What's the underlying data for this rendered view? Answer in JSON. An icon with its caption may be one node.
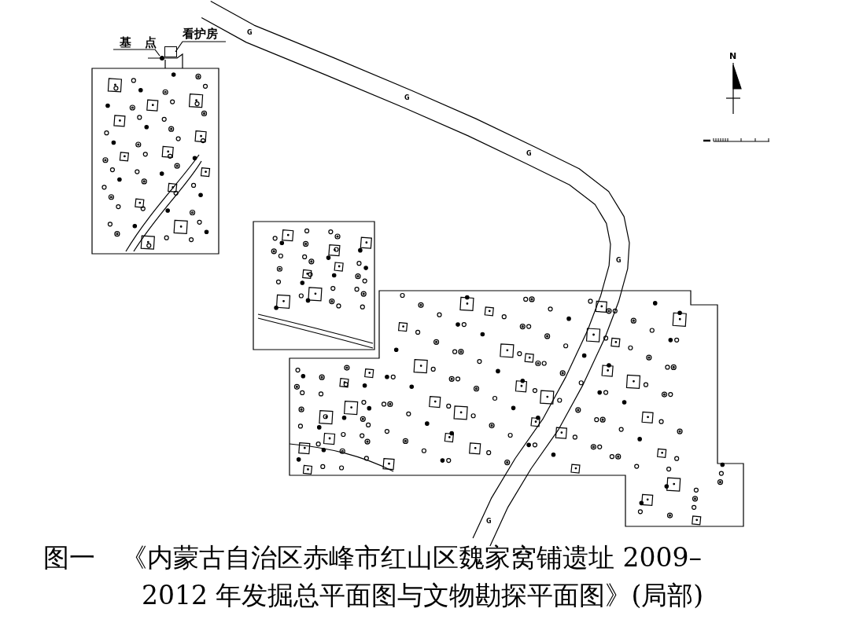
{
  "diagram": {
    "caption": "图一　《内蒙古自治区赤峰市红山区魏家窝铺遗址 2009–2012 年发掘总平面图与文物勘探平面图》(局部)",
    "nodes": [
      {
        "text": [
          "基 点"
        ]
      },
      {
        "text": [
          "看护房"
        ]
      },
      {
        "text": [],
        "shape": "circle"
      },
      {
        "text": [],
        "shape": "box"
      }
    ],
    "edges": [
      {
        "from": 0,
        "to": 2,
        "arrow": "none"
      },
      {
        "from": 1,
        "to": 3,
        "arrow": "none"
      }
    ],
    "labels": [
      "G",
      "G",
      "G",
      "G",
      "G",
      "N"
    ]
  }
}
